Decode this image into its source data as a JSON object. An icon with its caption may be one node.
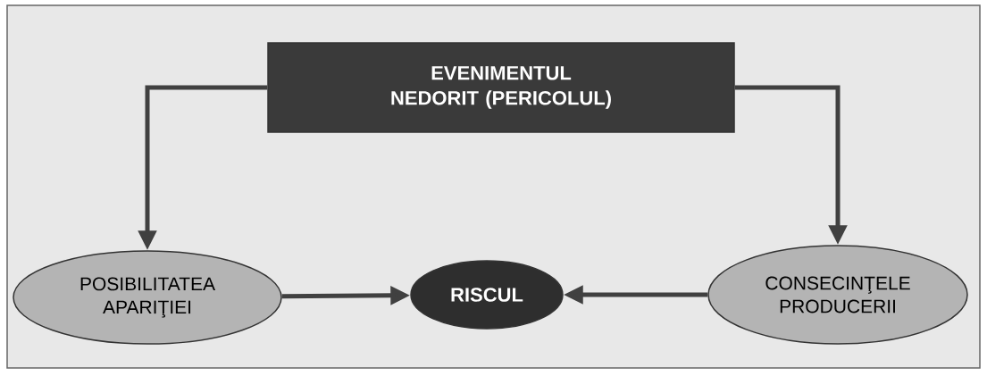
{
  "diagram": {
    "nodes": [
      {
        "text": [
          "EVENIMENTUL NEDORIT (PERICOLUL)"
        ]
      },
      {
        "text": [
          "POSIBILITATEA APARIŢIEI"
        ]
      },
      {
        "text": [
          "RISCUL"
        ]
      },
      {
        "text": [
          "CONSECINŢELE PRODUCERII"
        ]
      }
    ],
    "edges": [
      {
        "from": 0,
        "to": 1,
        "arrow": "to"
      },
      {
        "from": 0,
        "to": 3,
        "arrow": "to"
      },
      {
        "from": 1,
        "to": 2,
        "arrow": "to"
      },
      {
        "from": 3,
        "to": 2,
        "arrow": "to"
      }
    ]
  }
}
